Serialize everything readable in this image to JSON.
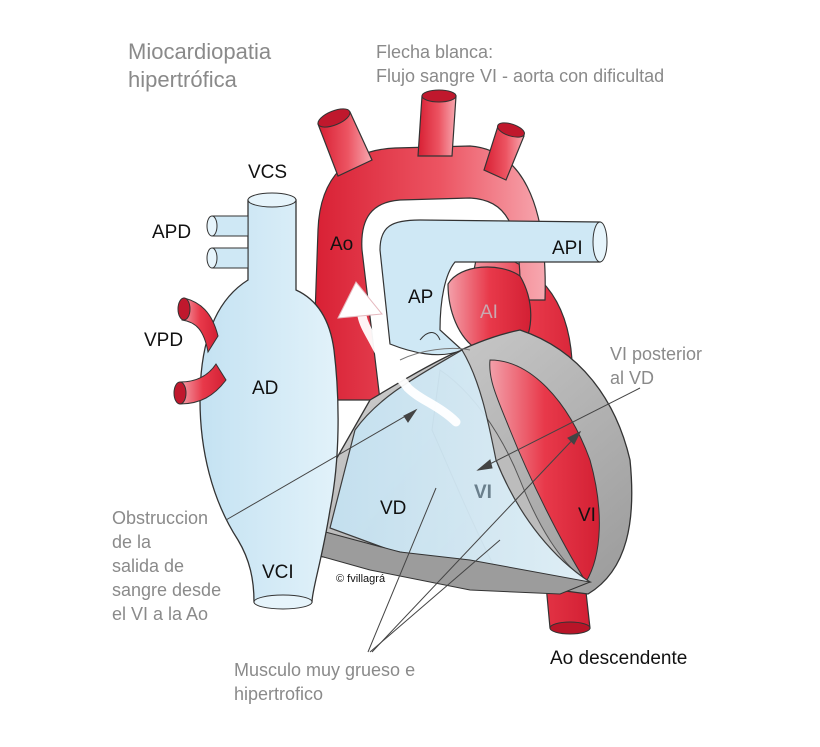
{
  "title": {
    "line1": "Miocardiopatia",
    "line2": "hipertrófica"
  },
  "note": {
    "line1": "Flecha blanca:",
    "line2": "Flujo sangre VI -  aorta con dificultad"
  },
  "labels": {
    "vcs": "VCS",
    "apd": "APD",
    "vpd": "VPD",
    "ad": "AD",
    "vci": "VCI",
    "ao": "Ao",
    "ap": "AP",
    "api": "API",
    "ai": "AI",
    "vd": "VD",
    "vi_inner": "VI",
    "vi_outer": "VI",
    "ao_descendente": "Ao descendente",
    "copyright": "© fvillagrá"
  },
  "annotations": {
    "vi_posterior": {
      "line1": "VI posterior",
      "line2": "al VD"
    },
    "obstruccion": {
      "line1": "Obstruccion",
      "line2": "de la",
      "line3": "salida de",
      "line4": "sangre desde",
      "line5": "el VI a la Ao"
    },
    "musculo": {
      "line1": "Musculo muy grueso e",
      "line2": "hipertrofico"
    }
  },
  "colors": {
    "venous_blue": "#cfe8f5",
    "arterial_red": "#e0303f",
    "muscle_gray": "#a9a9a9",
    "outline": "#333333"
  }
}
